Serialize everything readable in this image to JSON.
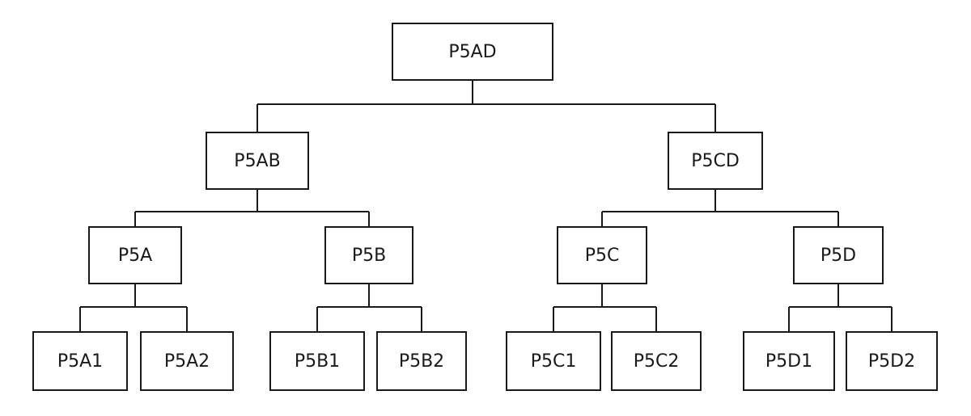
{
  "hierarchy": {
    "root": {
      "label": "P5AD",
      "children": [
        {
          "label": "P5AB",
          "children": [
            {
              "label": "P5A",
              "children": [
                {
                  "label": "P5A1"
                },
                {
                  "label": "P5A2"
                }
              ]
            },
            {
              "label": "P5B",
              "children": [
                {
                  "label": "P5B1"
                },
                {
                  "label": "P5B2"
                }
              ]
            }
          ]
        },
        {
          "label": "P5CD",
          "children": [
            {
              "label": "P5C",
              "children": [
                {
                  "label": "P5C1"
                },
                {
                  "label": "P5C2"
                }
              ]
            },
            {
              "label": "P5D",
              "children": [
                {
                  "label": "P5D1"
                },
                {
                  "label": "P5D2"
                }
              ]
            }
          ]
        }
      ]
    }
  }
}
